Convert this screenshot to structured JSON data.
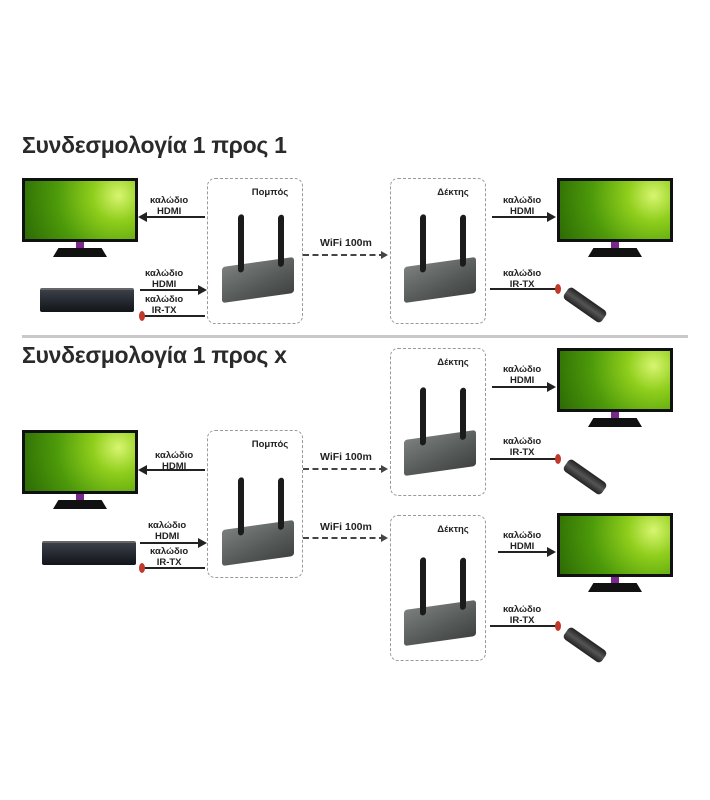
{
  "section1": {
    "title": "Συνδεσμολογία 1 προς 1",
    "transmitter_label": "Πομπός",
    "receiver_label": "Δέκτης",
    "wifi_label": "WiFi 100m",
    "cable_word": "καλώδιο",
    "hdmi": "HDMI",
    "irtx": "IR-TX"
  },
  "section2": {
    "title": "Συνδεσμολογία 1 προς x",
    "transmitter_label": "Πομπός",
    "receiver_label": "Δέκτης",
    "wifi_label": "WiFi 100m",
    "cable_word": "καλώδιο",
    "hdmi": "HDMI",
    "irtx": "IR-TX"
  }
}
